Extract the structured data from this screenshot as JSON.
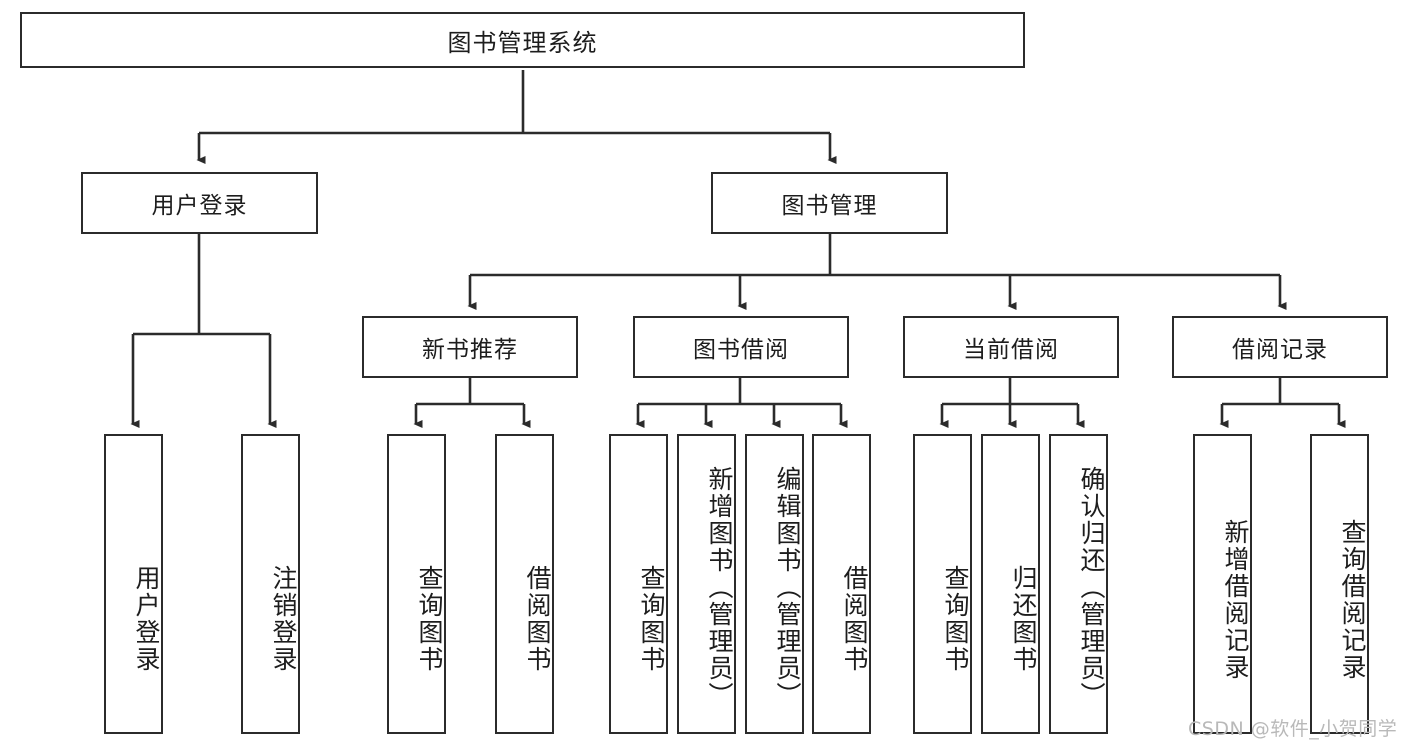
{
  "diagram": {
    "type": "tree-hierarchy-chart",
    "title": "图书管理系统",
    "orientation": "top-down",
    "line_color": "#2b2b2b",
    "box_fill": "#ffffff",
    "levels": 4
  },
  "root": {
    "label": "图书管理系统"
  },
  "level2": [
    {
      "id": "user-login",
      "label": "用户登录"
    },
    {
      "id": "book-manage",
      "label": "图书管理"
    }
  ],
  "level3": [
    {
      "id": "new-book-recommend",
      "label": "新书推荐"
    },
    {
      "id": "book-borrow",
      "label": "图书借阅"
    },
    {
      "id": "current-borrow",
      "label": "当前借阅"
    },
    {
      "id": "borrow-record",
      "label": "借阅记录"
    }
  ],
  "leaves": {
    "user_login": [
      {
        "id": "leaf-user-login",
        "label": "用户登录"
      },
      {
        "id": "leaf-logout-login",
        "label": "注销登录"
      }
    ],
    "new_book_recommend": [
      {
        "id": "leaf-query-book-1",
        "label": "查询图书"
      },
      {
        "id": "leaf-borrow-book-1",
        "label": "借阅图书"
      }
    ],
    "book_borrow": [
      {
        "id": "leaf-query-book-2",
        "label": "查询图书"
      },
      {
        "id": "leaf-add-book",
        "label": "新增图书（管理员）"
      },
      {
        "id": "leaf-edit-book",
        "label": "编辑图书（管理员）"
      },
      {
        "id": "leaf-borrow-book-2",
        "label": "借阅图书"
      }
    ],
    "current_borrow": [
      {
        "id": "leaf-query-book-3",
        "label": "查询图书"
      },
      {
        "id": "leaf-return-book",
        "label": "归还图书"
      },
      {
        "id": "leaf-confirm-return",
        "label": "确认归还（管理员）"
      }
    ],
    "borrow_record": [
      {
        "id": "leaf-add-record",
        "label": "新增借阅记录"
      },
      {
        "id": "leaf-query-record",
        "label": "查询借阅记录"
      }
    ]
  },
  "watermark": {
    "text": "CSDN @软件_小贺同学"
  }
}
